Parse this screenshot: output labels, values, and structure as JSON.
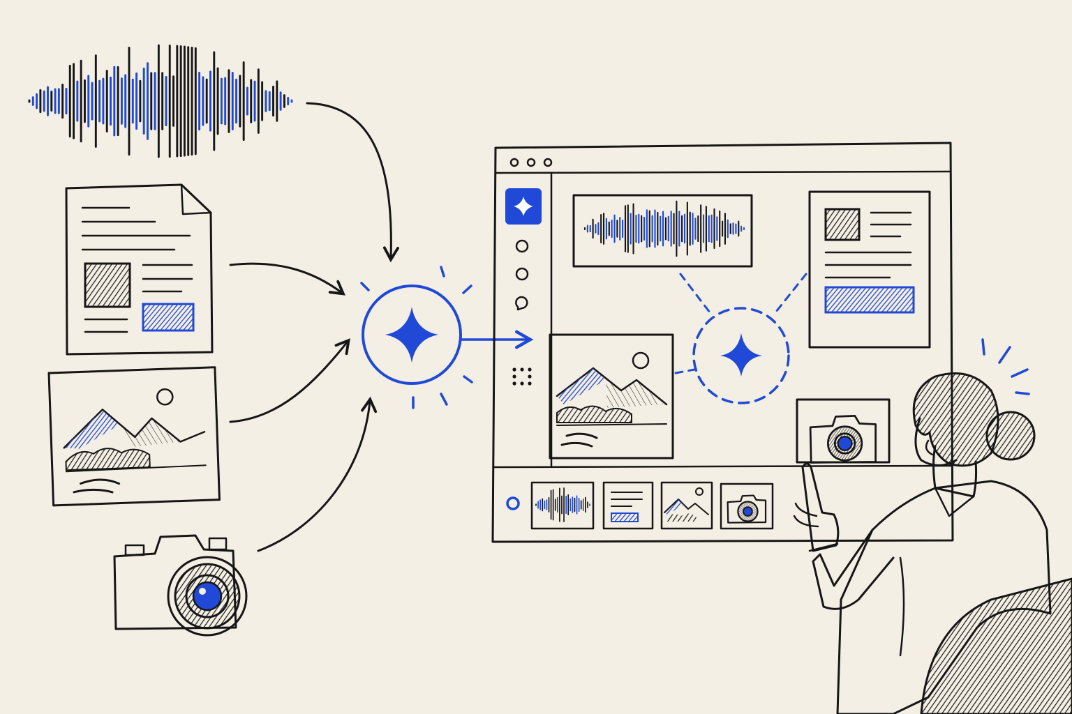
{
  "colors": {
    "paper": "#f4efe4",
    "ink": "#161616",
    "accent": "#1f49d6"
  },
  "icons": {
    "audio": "audio-waveform-icon",
    "document": "document-icon",
    "image": "landscape-image-icon",
    "camera": "camera-icon",
    "ai": "ai-sparkle-icon"
  },
  "window": {
    "controls": [
      "dot",
      "dot",
      "dot"
    ],
    "sidebar_icons": [
      "ai-sparkle-icon",
      "circle-icon",
      "circle-icon",
      "chat-bubble-icon",
      "grid-icon"
    ],
    "thumbnails": [
      "audio-waveform-icon",
      "document-icon",
      "landscape-image-icon",
      "camera-icon"
    ]
  }
}
